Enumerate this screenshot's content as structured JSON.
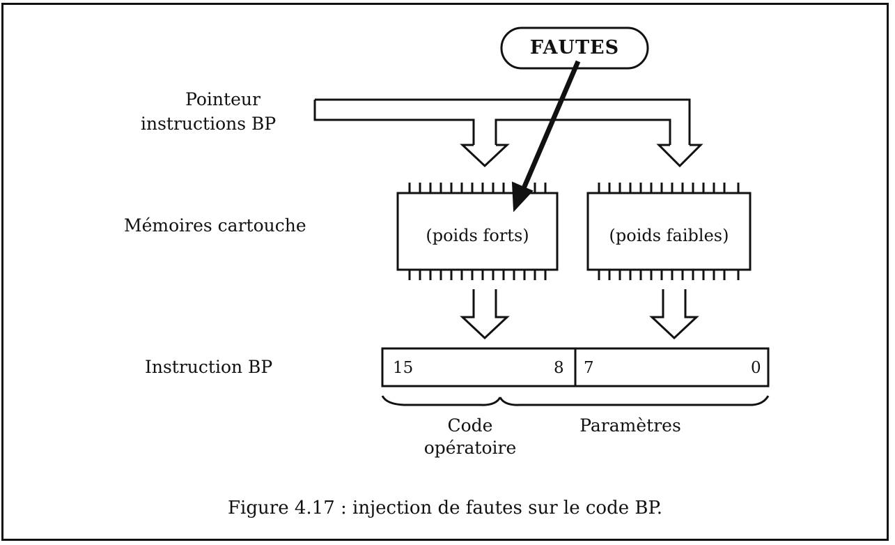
{
  "faults_label": "FAUTES",
  "pointer_label_line1": "Pointeur",
  "pointer_label_line2": "instructions BP",
  "memory_label": "Mémoires cartouche",
  "chip_high_label": "(poids forts)",
  "chip_low_label": "(poids faibles)",
  "instruction_label": "Instruction BP",
  "bits": {
    "b15": "15",
    "b8": "8",
    "b7": "7",
    "b0": "0"
  },
  "opcode_line1": "Code",
  "opcode_line2": "opératoire",
  "params_label": "Paramètres",
  "caption": "Figure 4.17 : injection de fautes sur le code BP."
}
